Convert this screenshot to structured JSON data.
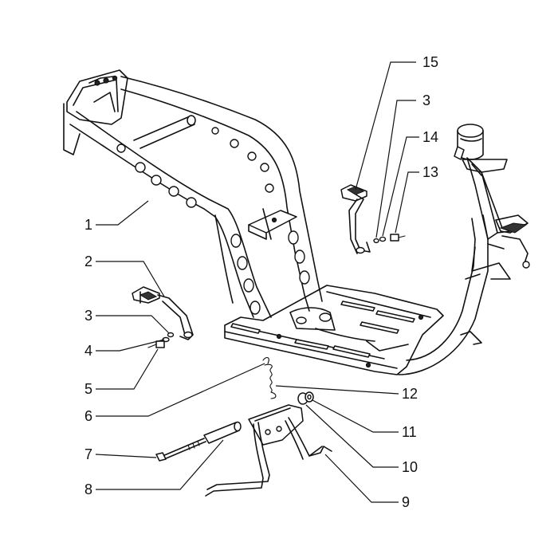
{
  "callouts": [
    {
      "id": "c15",
      "text": "15"
    },
    {
      "id": "c3a",
      "text": "3"
    },
    {
      "id": "c14",
      "text": "14"
    },
    {
      "id": "c13",
      "text": "13"
    },
    {
      "id": "c1",
      "text": "1"
    },
    {
      "id": "c2",
      "text": "2"
    },
    {
      "id": "c3b",
      "text": "3"
    },
    {
      "id": "c4",
      "text": "4"
    },
    {
      "id": "c5",
      "text": "5"
    },
    {
      "id": "c6",
      "text": "6"
    },
    {
      "id": "c7",
      "text": "7"
    },
    {
      "id": "c8",
      "text": "8"
    },
    {
      "id": "c12",
      "text": "12"
    },
    {
      "id": "c11",
      "text": "11"
    },
    {
      "id": "c10",
      "text": "10"
    },
    {
      "id": "c9",
      "text": "9"
    }
  ]
}
